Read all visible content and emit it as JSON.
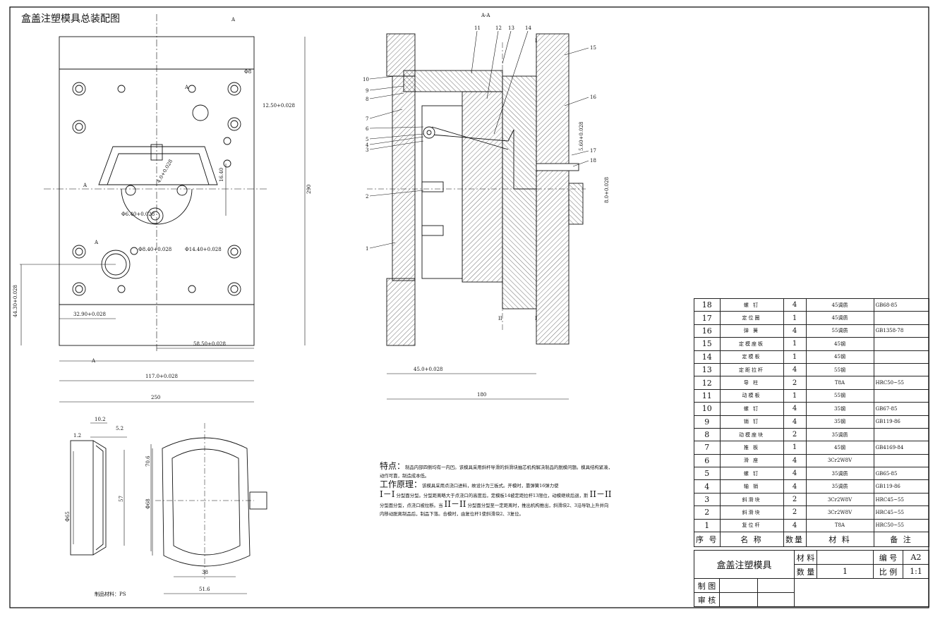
{
  "drawing": {
    "title": "盒盖注塑模具总装配图",
    "section_marks": {
      "a": "A",
      "aa": "A-A",
      "i": "I",
      "ii": "II"
    },
    "plan_dims": [
      "290",
      "250",
      "117.0+0.028",
      "58.50+0.028",
      "32.90+0.028",
      "44.30+0.028",
      "12.50+0.028",
      "16.40",
      "Φ8",
      "Φ8.40+0.028",
      "Φ14.40+0.028",
      "Φ6.40+0.028",
      "4.0+0.028"
    ],
    "section_dims": [
      "45.0+0.028",
      "180",
      "8.0+0.028",
      "5.60+0.028"
    ],
    "part_dims": [
      "10.2",
      "5.2",
      "1.2",
      "Φ65",
      "57",
      "Φ68",
      "70.6",
      "38",
      "51.6"
    ],
    "balloons": [
      "1",
      "2",
      "3",
      "4",
      "5",
      "6",
      "7",
      "8",
      "9",
      "10",
      "11",
      "12",
      "13",
      "14",
      "15",
      "16",
      "17",
      "18"
    ]
  },
  "notes": {
    "features_head": "特点：",
    "features_text": "制品内部四侧均有一内凹。该模具采用斜杆导滑的斜滑块抽芯机构解决制品的脱模问题。模具结构紧凑，动作可靠，制造成本低。",
    "principle_head": "工作原理：",
    "principle_text_1": "该模具采用点浇口进料，故设计为三板式。开模时，靠弹簧16弹力使",
    "principle_big_1": "I－I",
    "principle_text_2": "分型面分型。分型距离略大于点浇口的高度后，定模板14被定距拉杆13限位，动模继续后退，斯",
    "principle_big_2": "II－II",
    "principle_text_3": "分型面分型，点浇口被拉断。当",
    "principle_big_3": "II－II",
    "principle_text_4": "分型面分型至一定距离时，推出机构推出，斜滑块2、3沿导轨上升并向内移动脱离制品后，制品下落。合模时，由复位杆1使斜滑块2、3复位。"
  },
  "product_material": "制品材料：PS",
  "bom": {
    "rows": [
      {
        "no": "18",
        "name": "螺 钉",
        "qty": "4",
        "mat": "45调质",
        "rem": "GB68-85"
      },
      {
        "no": "17",
        "name": "定位圈",
        "qty": "1",
        "mat": "45调质",
        "rem": ""
      },
      {
        "no": "16",
        "name": "弹 簧",
        "qty": "4",
        "mat": "55调质",
        "rem": "GB1358-78"
      },
      {
        "no": "15",
        "name": "定模座板",
        "qty": "1",
        "mat": "45钢",
        "rem": ""
      },
      {
        "no": "14",
        "name": "定模板",
        "qty": "1",
        "mat": "45钢",
        "rem": ""
      },
      {
        "no": "13",
        "name": "定距拉杆",
        "qty": "4",
        "mat": "55钢",
        "rem": ""
      },
      {
        "no": "12",
        "name": "导 柱",
        "qty": "2",
        "mat": "T8A",
        "rem": "HRC50~55"
      },
      {
        "no": "11",
        "name": "动模板",
        "qty": "1",
        "mat": "55钢",
        "rem": ""
      },
      {
        "no": "10",
        "name": "螺 钉",
        "qty": "4",
        "mat": "35钢",
        "rem": "GB67-85"
      },
      {
        "no": "9",
        "name": "销 钉",
        "qty": "4",
        "mat": "35钢",
        "rem": "GB119-86"
      },
      {
        "no": "8",
        "name": "动模座块",
        "qty": "2",
        "mat": "35调质",
        "rem": ""
      },
      {
        "no": "7",
        "name": "推 板",
        "qty": "1",
        "mat": "45钢",
        "rem": "GB4169-84"
      },
      {
        "no": "6",
        "name": "滑 座",
        "qty": "4",
        "mat": "3Cr2W8V",
        "rem": ""
      },
      {
        "no": "5",
        "name": "螺 钉",
        "qty": "4",
        "mat": "35调质",
        "rem": "GB65-85"
      },
      {
        "no": "4",
        "name": "轴 销",
        "qty": "4",
        "mat": "35调质",
        "rem": "GB119-86"
      },
      {
        "no": "3",
        "name": "斜滑块",
        "qty": "2",
        "mat": "3Cr2W8V",
        "rem": "HRC45~55"
      },
      {
        "no": "2",
        "name": "斜滑块",
        "qty": "2",
        "mat": "3Cr2W8V",
        "rem": "HRC45~55"
      },
      {
        "no": "1",
        "name": "复位杆",
        "qty": "4",
        "mat": "T8A",
        "rem": "HRC50~55"
      }
    ],
    "headers": {
      "no": "序 号",
      "name": "名 称",
      "qty": "数量",
      "mat": "材 料",
      "rem": "备 注"
    }
  },
  "title_block": {
    "name": "盒盖注塑模具",
    "material_label": "材 料",
    "material_value": "",
    "qty_label": "数 量",
    "qty_value": "1",
    "code_label": "编 号",
    "code_value": "A2",
    "scale_label": "比 例",
    "scale_value": "1:1",
    "drawn_label": "制 图",
    "check_label": "审 核"
  }
}
